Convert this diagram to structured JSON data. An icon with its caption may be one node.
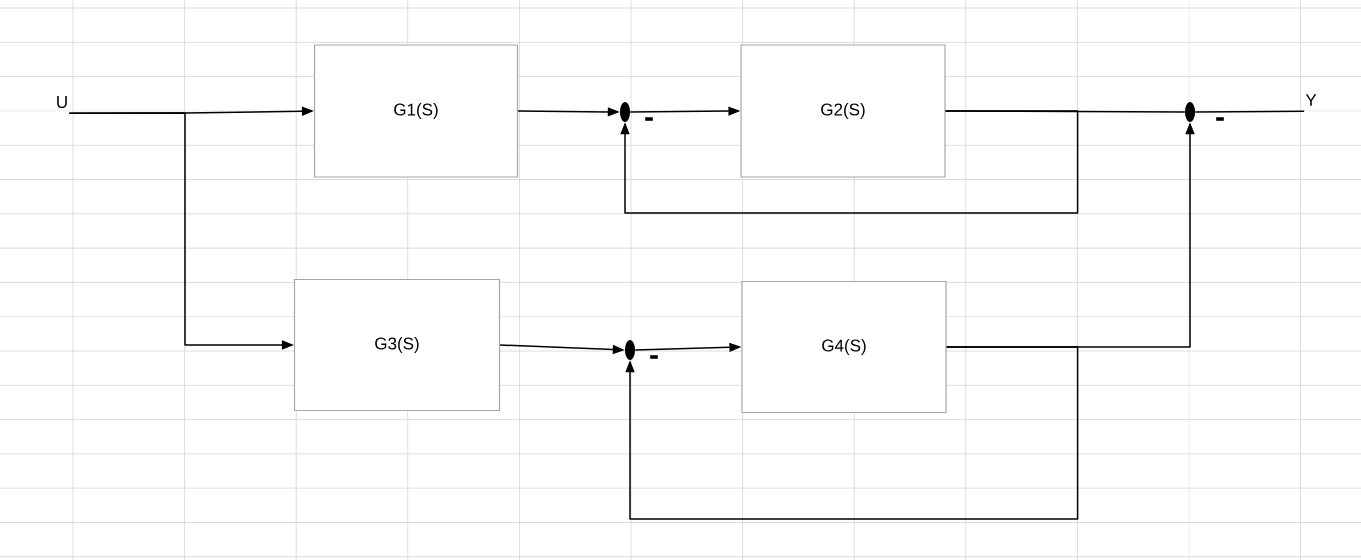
{
  "diagram": {
    "nodes": [
      {
        "text": [
          "U"
        ]
      },
      {
        "text": [
          "G1(S)"
        ]
      },
      {
        "text": [],
        "shape": "circle",
        "beside": [
          "-"
        ]
      },
      {
        "text": [
          "G2(S)"
        ]
      },
      {
        "text": [],
        "shape": "circle",
        "beside": [
          "-"
        ]
      },
      {
        "text": [
          "Y"
        ]
      },
      {
        "text": [
          "G3(S)"
        ]
      },
      {
        "text": [],
        "shape": "circle",
        "beside": [
          "-"
        ]
      },
      {
        "text": [
          "G4(S)"
        ]
      }
    ],
    "edges": [
      {
        "from": 0,
        "to": 1,
        "arrow": "to"
      },
      {
        "from": 0,
        "to": 6,
        "arrow": "to"
      },
      {
        "from": 1,
        "to": 2,
        "arrow": "to"
      },
      {
        "from": 2,
        "to": 3,
        "arrow": "to"
      },
      {
        "from": 3,
        "to": 4,
        "arrow": "none"
      },
      {
        "from": 3,
        "to": 2,
        "arrow": "to"
      },
      {
        "from": 4,
        "to": 5,
        "arrow": "none"
      },
      {
        "from": 6,
        "to": 7,
        "arrow": "to"
      },
      {
        "from": 7,
        "to": 8,
        "arrow": "to"
      },
      {
        "from": 8,
        "to": 4,
        "arrow": "to"
      },
      {
        "from": 8,
        "to": 7,
        "arrow": "to"
      }
    ]
  }
}
